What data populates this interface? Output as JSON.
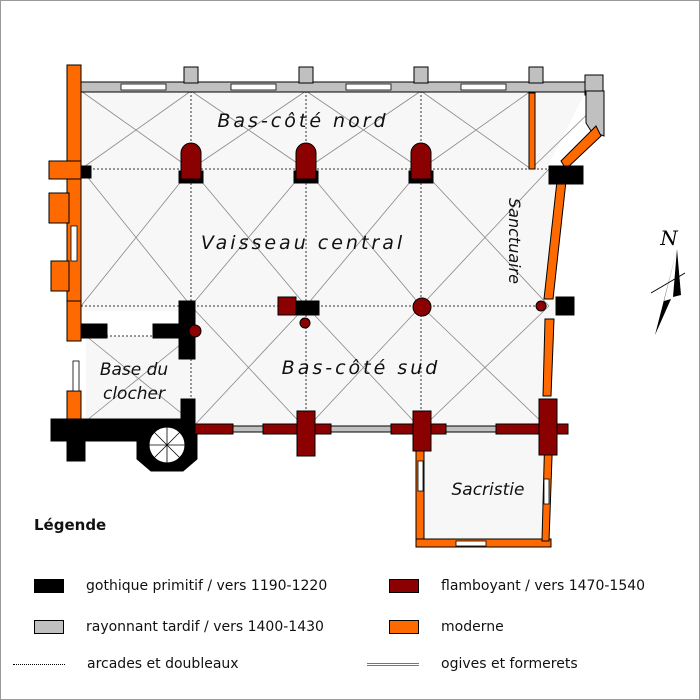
{
  "plan_labels": {
    "north_aisle": "Bas-côté nord",
    "nave": "Vaisseau central",
    "south_aisle": "Bas-côté sud",
    "sanctuary": "Sanctuaire",
    "tower_base_line1": "Base du",
    "tower_base_line2": "clocher",
    "sacristy": "Sacristie",
    "north_arrow": "N"
  },
  "colors": {
    "gothique_primitif": "#000000",
    "rayonnant_tardif": "#c0c0c0",
    "flamboyant": "#8b0000",
    "moderne": "#ff6a00",
    "floor": "#f7f7f7"
  },
  "legend": {
    "title": "Légende",
    "items": [
      {
        "label": "gothique primitif / vers 1190-1220",
        "kind": "swatch",
        "color": "#000000"
      },
      {
        "label": "flamboyant / vers 1470-1540",
        "kind": "swatch",
        "color": "#8b0000"
      },
      {
        "label": "rayonnant tardif / vers 1400-1430",
        "kind": "swatch",
        "color": "#c0c0c0"
      },
      {
        "label": "moderne",
        "kind": "swatch",
        "color": "#ff6a00"
      },
      {
        "label": "arcades et doubleaux",
        "kind": "line-dotted"
      },
      {
        "label": "ogives et formerets",
        "kind": "line-double"
      }
    ]
  }
}
